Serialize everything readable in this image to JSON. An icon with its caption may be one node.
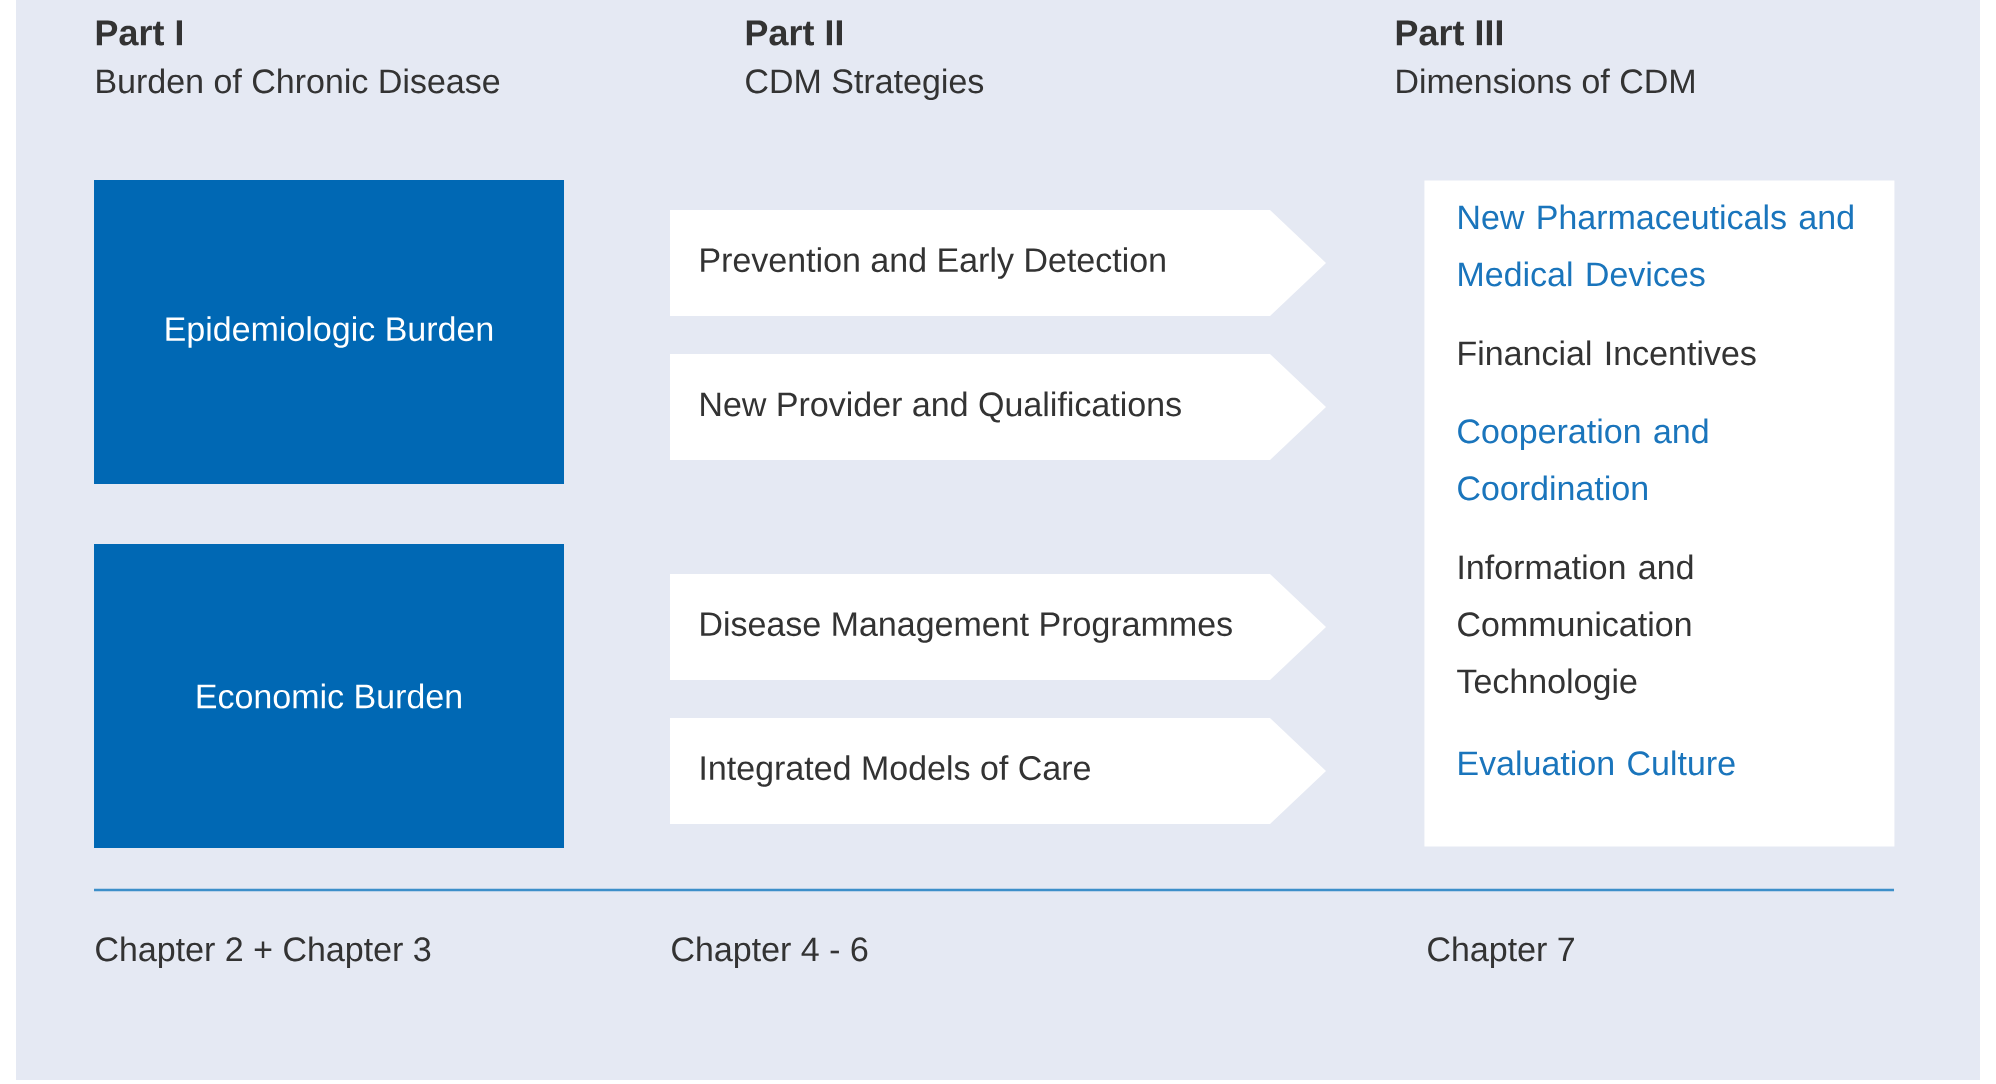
{
  "diagram": {
    "nodes": [
      {
        "text": [
          "Epidemiologic Burden"
        ]
      },
      {
        "text": [
          "Economic Burden"
        ]
      },
      {
        "text": [
          "Prevention and Early Detection"
        ]
      },
      {
        "text": [
          "New Provider and Qualifications"
        ]
      },
      {
        "text": [
          "Disease Management Programmes"
        ]
      },
      {
        "text": [
          "Integrated Models of Care"
        ]
      },
      {
        "text": [
          "New Pharmaceuticals and Medical Devices",
          "Financial Incentives",
          "Cooperation and Coordination",
          "Information and Communication Technologie",
          "Evaluation Culture"
        ]
      }
    ],
    "labels": [
      "Part I",
      "Burden of Chronic Disease",
      "Part II",
      "CDM Strategies",
      "Part III",
      "Dimensions of CDM",
      "Chapter 2 + Chapter 3",
      "Chapter 4 - 6",
      "Chapter 7"
    ]
  }
}
